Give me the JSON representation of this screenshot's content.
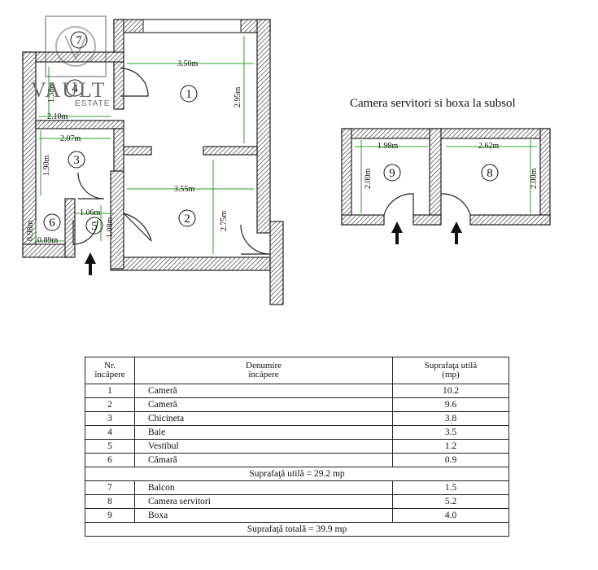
{
  "logo": {
    "word": "VAULT",
    "sub": "ESTATE",
    "icon": "v-seal-logo"
  },
  "plan": {
    "rooms": [
      {
        "n": "1"
      },
      {
        "n": "2"
      },
      {
        "n": "3"
      },
      {
        "n": "4"
      },
      {
        "n": "5"
      },
      {
        "n": "6"
      },
      {
        "n": "7"
      },
      {
        "n": "8"
      },
      {
        "n": "9"
      }
    ],
    "dims": {
      "r1_w": "3.50m",
      "r1_h": "2.95m",
      "r2_w": "3.55m",
      "r2_h": "2.75m",
      "r3_w": "2.07m",
      "r3_h": "1.90m",
      "r4_w": "2.10m",
      "r4_h": "1.38m",
      "r5_w": "1.06m",
      "r5_h": "1.08m",
      "r6_w": "0.89m",
      "r6_h": "0.98m",
      "r9_w": "1.98m",
      "r9_h": "2.00m",
      "r8_w": "2.62m",
      "r8_h": "2.00m"
    }
  },
  "basement_title": "Camera servitori si boxa la subsol",
  "table": {
    "header": {
      "nr_1": "Nr.",
      "nr_2": "încăpere",
      "name_1": "Denumire",
      "name_2": "încăpere",
      "area_1": "Suprafaţa utilă",
      "area_2": "(mp)"
    },
    "rows_a": [
      {
        "nr": "1",
        "name": "Cameră",
        "area": "10.2"
      },
      {
        "nr": "2",
        "name": "Cameră",
        "area": "9.6"
      },
      {
        "nr": "3",
        "name": "Chicineta",
        "area": "3.8"
      },
      {
        "nr": "4",
        "name": "Baie",
        "area": "3.5"
      },
      {
        "nr": "5",
        "name": "Vestibul",
        "area": "1.2"
      },
      {
        "nr": "6",
        "name": "Cămară",
        "area": "0.9"
      }
    ],
    "subtotal": "Suprafaţă utilă = 29.2 mp",
    "rows_b": [
      {
        "nr": "7",
        "name": "Balcon",
        "area": "1.5"
      },
      {
        "nr": "8",
        "name": "Camera servitori",
        "area": "5.2"
      },
      {
        "nr": "9",
        "name": "Boxa",
        "area": "4.0"
      }
    ],
    "total": "Suprafaţă totală = 39.9 mp"
  }
}
